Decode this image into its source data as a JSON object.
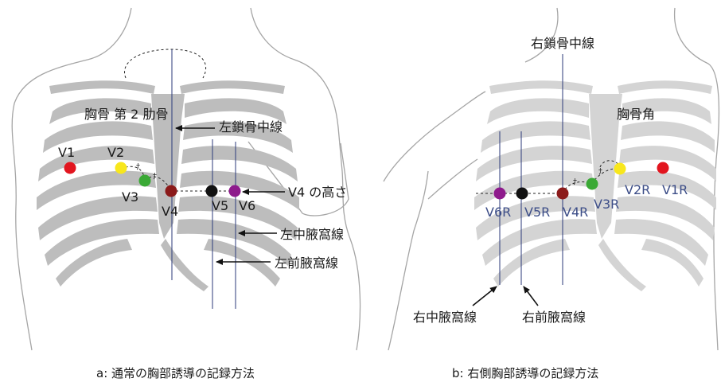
{
  "colors": {
    "rib": "#bdbdbd",
    "torso_outline": "#9a9a9a",
    "line": "#2b3a7a",
    "red": "#e2151f",
    "yellow": "#f8e71c",
    "green": "#3aa935",
    "maroon": "#8b1a1a",
    "black": "#111111",
    "purple": "#8e1a8c",
    "label_blue": "#3d4e88"
  },
  "left_panel": {
    "labels": {
      "sternum_rib": "胸骨 第 2 肋骨",
      "left_midclavicular": "左鎖骨中線",
      "v4_level": "V4 の高さ",
      "left_midaxillary": "左中腋窩線",
      "left_anterior_axillary": "左前腋窩線"
    },
    "electrodes": [
      {
        "name": "V1",
        "color": "red"
      },
      {
        "name": "V2",
        "color": "yellow"
      },
      {
        "name": "V3",
        "color": "green"
      },
      {
        "name": "V4",
        "color": "maroon"
      },
      {
        "name": "V5",
        "color": "black"
      },
      {
        "name": "V6",
        "color": "purple"
      }
    ],
    "caption": "a: 通常の胸部誘導の記録方法"
  },
  "right_panel": {
    "labels": {
      "right_midclavicular": "右鎖骨中線",
      "sternal_angle": "胸骨角",
      "right_midaxillary": "右中腋窩線",
      "right_anterior_axillary": "右前腋窩線"
    },
    "electrodes": [
      {
        "name": "V1R",
        "color": "red"
      },
      {
        "name": "V2R",
        "color": "yellow"
      },
      {
        "name": "V3R",
        "color": "green"
      },
      {
        "name": "V4R",
        "color": "maroon"
      },
      {
        "name": "V5R",
        "color": "black"
      },
      {
        "name": "V6R",
        "color": "purple"
      }
    ],
    "caption": "b: 右側胸部誘導の記録方法"
  }
}
